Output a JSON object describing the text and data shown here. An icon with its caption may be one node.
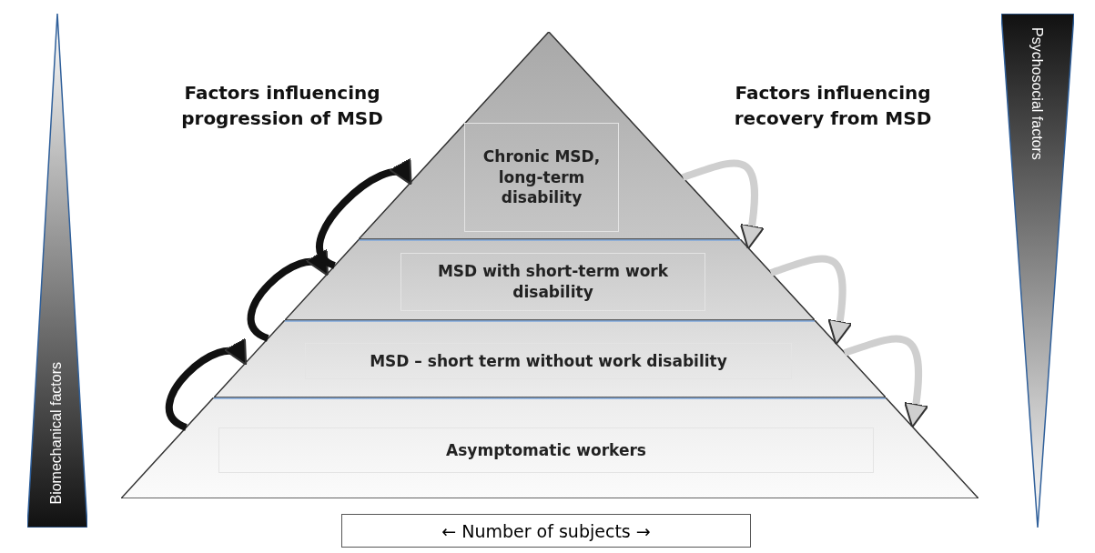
{
  "diagram": {
    "nodes": [
      {
        "text": [
          "Chronic MSD, long-term disability"
        ]
      },
      {
        "text": [
          "MSD with short-term work disability"
        ]
      },
      {
        "text": [
          "MSD – short term without work disability"
        ]
      },
      {
        "text": [
          "Asymptomatic workers"
        ]
      },
      {
        "text": [
          "Biomechanical factors"
        ]
      },
      {
        "text": [
          "Psychosocial factors"
        ]
      },
      {
        "text": [
          "← Number of subjects →"
        ]
      }
    ],
    "edges": [
      {
        "from": 3,
        "to": 2,
        "arrow": "to"
      },
      {
        "from": 2,
        "to": 1,
        "arrow": "to"
      },
      {
        "from": 1,
        "to": 0,
        "arrow": "to"
      },
      {
        "from": 0,
        "to": 1,
        "arrow": "to",
        "color": "#cfcfcf"
      },
      {
        "from": 1,
        "to": 2,
        "arrow": "to",
        "color": "#cfcfcf"
      },
      {
        "from": 2,
        "to": 3,
        "arrow": "to",
        "color": "#cfcfcf"
      }
    ],
    "labels": [
      "Factors influencing progression of MSD",
      "Factors influencing recovery from MSD"
    ]
  }
}
